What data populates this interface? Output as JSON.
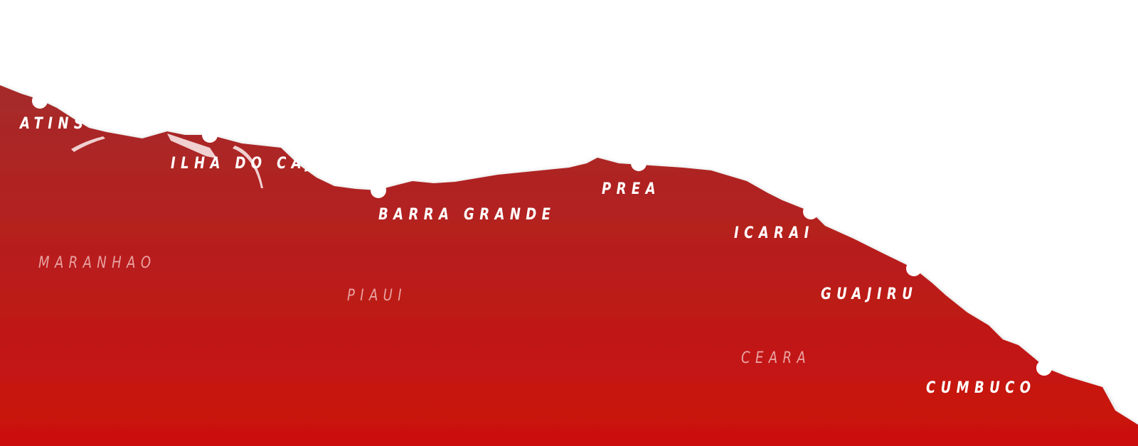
{
  "colors": {
    "land_top": "#a52b2b",
    "land_bottom": "#cc100c",
    "sea": "#ffffff",
    "city_label": "#ffffff",
    "state_label": "#e9a3a3"
  },
  "cities": [
    {
      "name": "ATINS"
    },
    {
      "name": "ILHA DO CAJU"
    },
    {
      "name": "BARRA GRANDE"
    },
    {
      "name": "PREA"
    },
    {
      "name": "ICARAI"
    },
    {
      "name": "GUAJIRU"
    },
    {
      "name": "CUMBUCO"
    }
  ],
  "states": [
    {
      "name": "MARANHAO"
    },
    {
      "name": "PIAUI"
    },
    {
      "name": "CEARA"
    }
  ],
  "marker_icon": "white-dot"
}
